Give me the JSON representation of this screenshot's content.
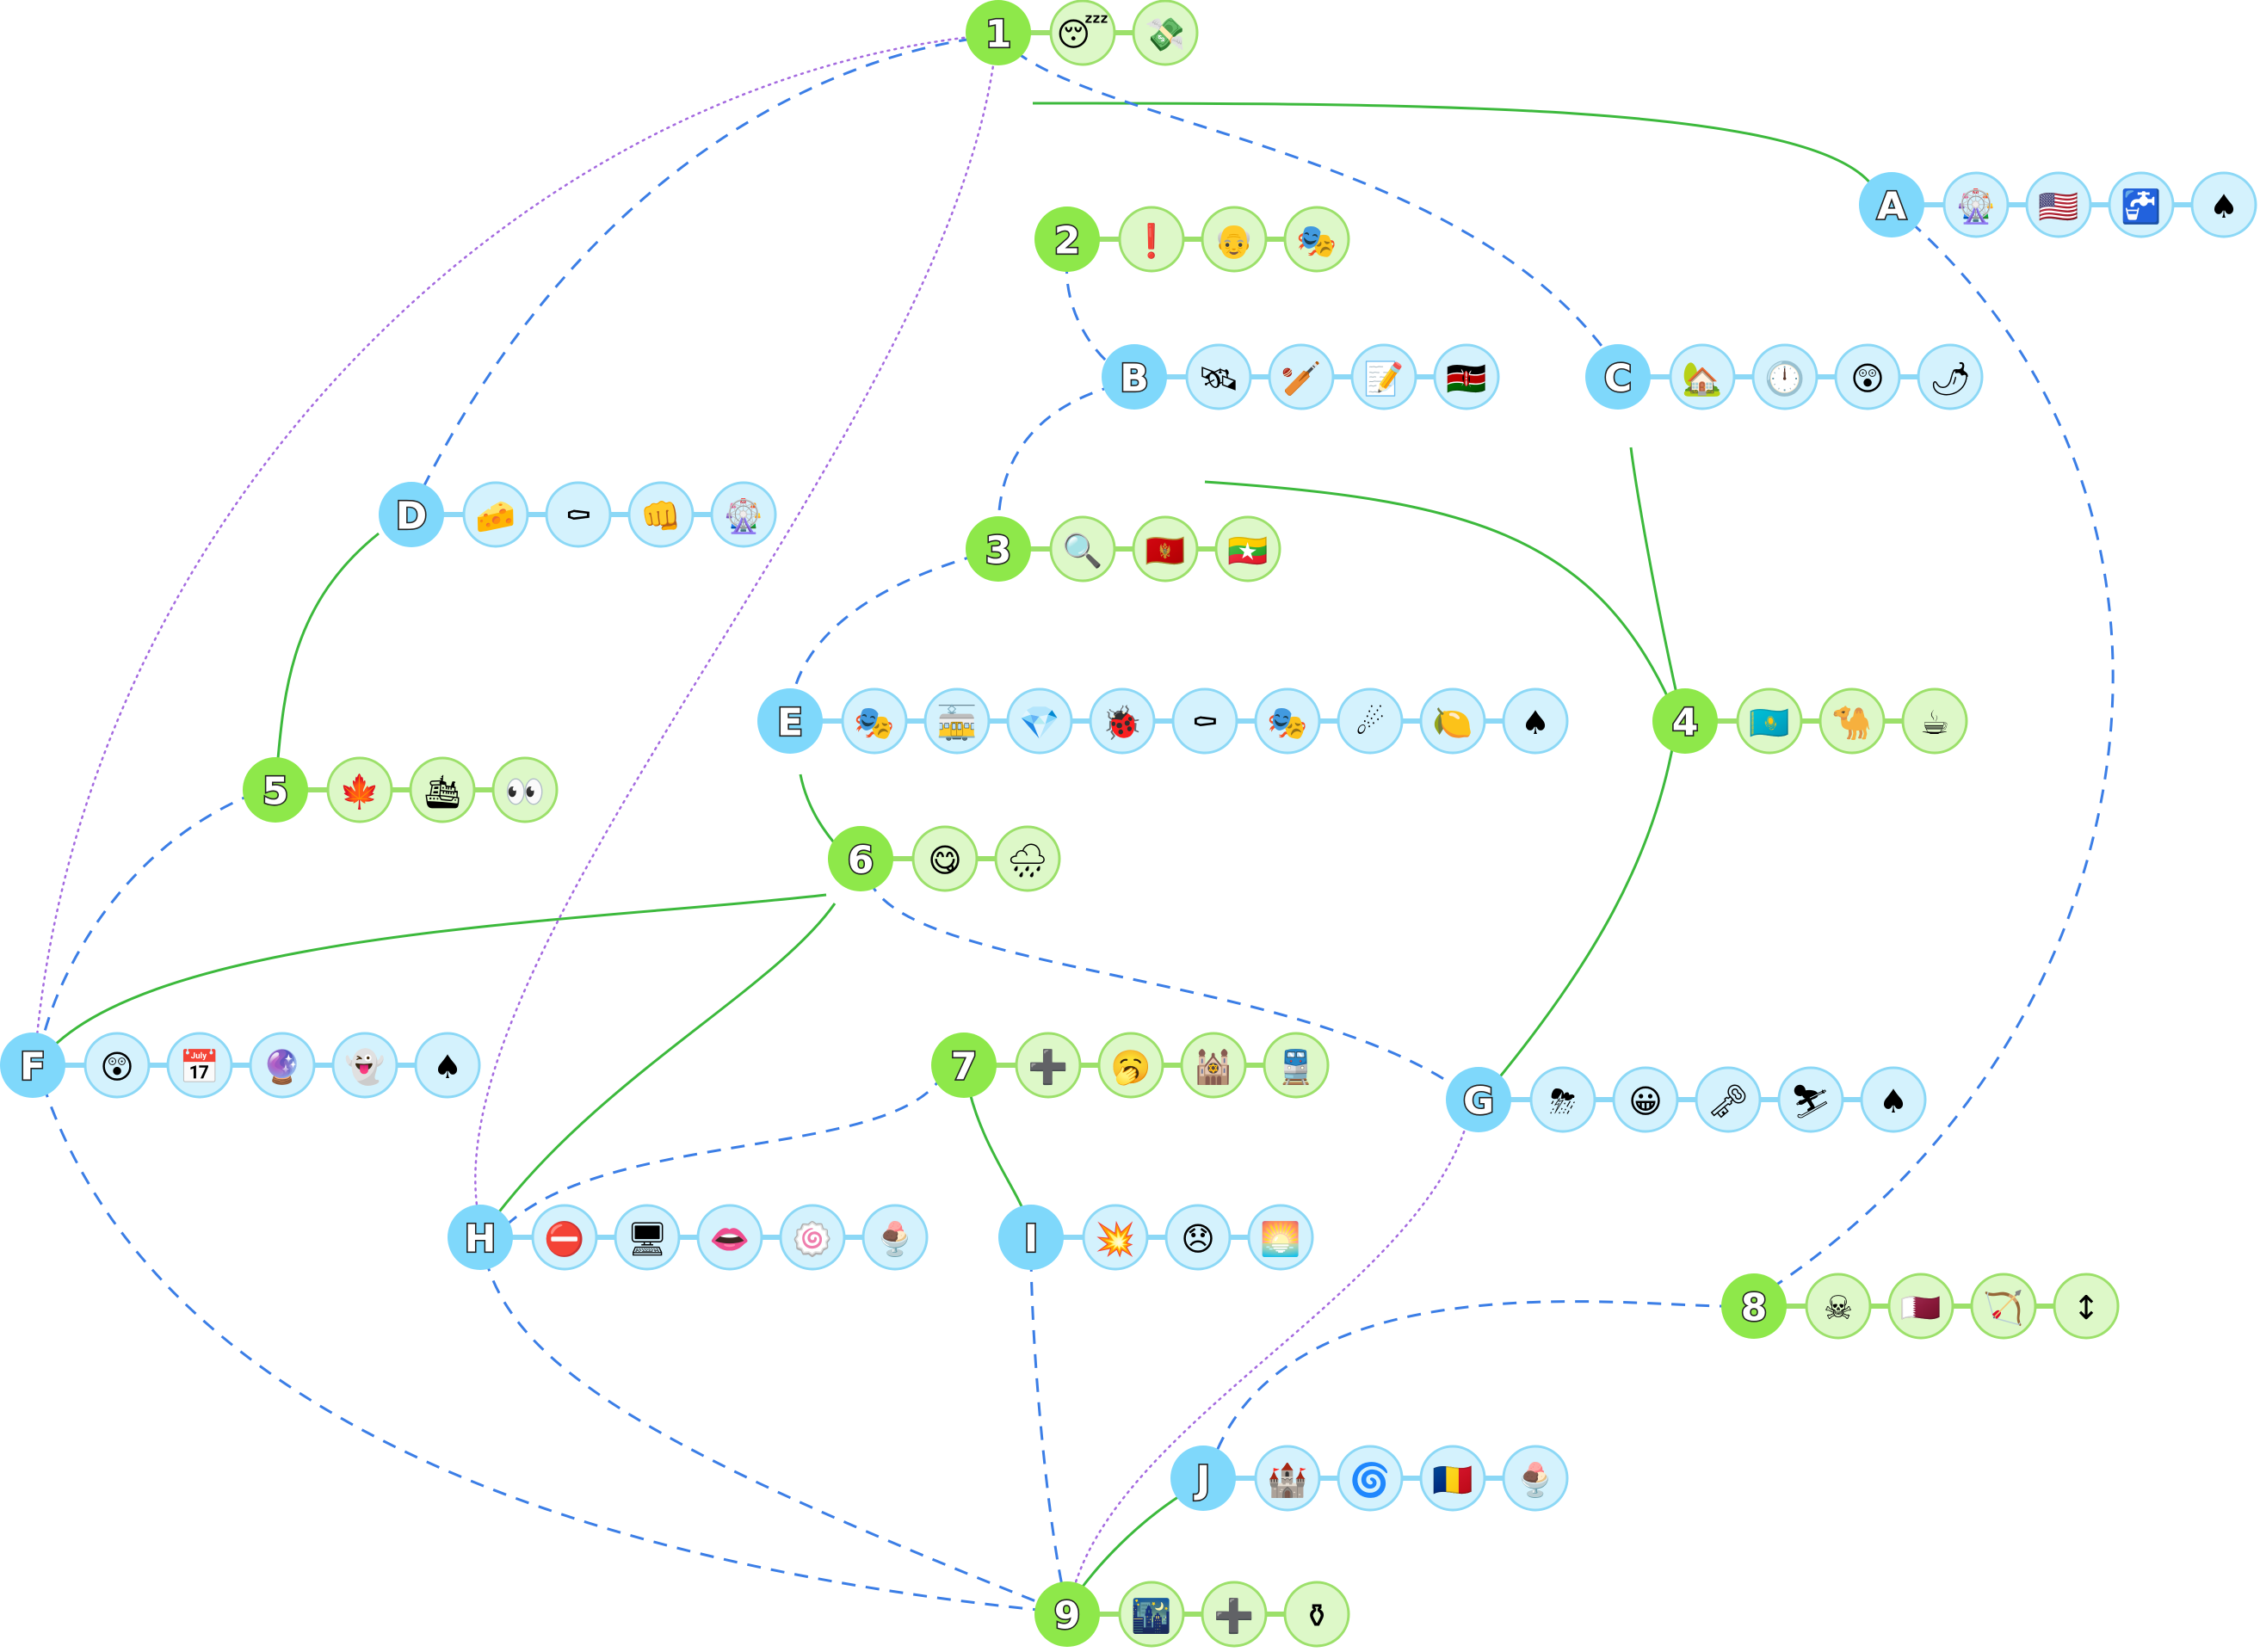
{
  "colors": {
    "number_node": "#8ee84a",
    "letter_node": "#7fd8fb",
    "number_ring": "#ddf8c8",
    "letter_ring": "#d4f2fd",
    "number_ring_border": "#9ce06a",
    "letter_ring_border": "#8cd8f6",
    "solid_edge": "#3cb93c",
    "dashed_edge": "#3b7ee6",
    "dotted_edge": "#a56be0"
  },
  "nodes": [
    {
      "id": "1",
      "label": "1",
      "kind": "number",
      "icons": [
        "sleeping-face-icon",
        "money-with-wings-icon"
      ]
    },
    {
      "id": "2",
      "label": "2",
      "kind": "number",
      "icons": [
        "exclamation-mark-icon",
        "old-man-icon",
        "theater-masks-icon"
      ]
    },
    {
      "id": "3",
      "label": "3",
      "kind": "number",
      "icons": [
        "magnifying-glass-icon",
        "flag-montenegro-icon",
        "flag-myanmar-icon"
      ]
    },
    {
      "id": "4",
      "label": "4",
      "kind": "number",
      "icons": [
        "flag-kazakhstan-icon",
        "camel-icon",
        "hot-beverage-icon"
      ]
    },
    {
      "id": "5",
      "label": "5",
      "kind": "number",
      "icons": [
        "maple-leaf-icon",
        "cruise-ship-icon",
        "eyes-icon"
      ]
    },
    {
      "id": "6",
      "label": "6",
      "kind": "number",
      "icons": [
        "face-savoring-food-icon",
        "rain-cloud-icon"
      ]
    },
    {
      "id": "7",
      "label": "7",
      "kind": "number",
      "icons": [
        "hospital-cross-icon",
        "yawning-face-icon",
        "synagogue-icon",
        "train-icon"
      ]
    },
    {
      "id": "8",
      "label": "8",
      "kind": "number",
      "icons": [
        "skull-crossbones-icon",
        "flag-qatar-icon",
        "bow-and-arrow-icon",
        "up-down-arrow-icon"
      ]
    },
    {
      "id": "9",
      "label": "9",
      "kind": "number",
      "icons": [
        "night-city-icon",
        "hospital-cross-icon",
        "funeral-urn-icon"
      ]
    },
    {
      "id": "A",
      "label": "A",
      "kind": "letter",
      "icons": [
        "ferris-wheel-icon",
        "flag-usa-icon",
        "water-tap-icon",
        "spade-suit-icon"
      ]
    },
    {
      "id": "B",
      "label": "B",
      "kind": "letter",
      "icons": [
        "satellite-icon",
        "cricket-bat-icon",
        "memo-icon",
        "flag-kenya-icon"
      ]
    },
    {
      "id": "C",
      "label": "C",
      "kind": "letter",
      "icons": [
        "house-garden-icon",
        "clock-icon",
        "astonished-face-icon",
        "hot-pepper-icon"
      ]
    },
    {
      "id": "D",
      "label": "D",
      "kind": "letter",
      "icons": [
        "cheese-icon",
        "coffin-icon",
        "fist-icon",
        "ferris-wheel-icon"
      ]
    },
    {
      "id": "E",
      "label": "E",
      "kind": "letter",
      "icons": [
        "theater-masks-icon",
        "tram-icon",
        "gem-icon",
        "ladybug-icon",
        "coffin-icon",
        "theater-masks-icon",
        "comet-icon",
        "lemon-icon",
        "spade-suit-icon"
      ]
    },
    {
      "id": "F",
      "label": "F",
      "kind": "letter",
      "icons": [
        "astonished-face-icon",
        "calendar-icon",
        "crystal-ball-icon",
        "ghost-icon",
        "spade-suit-icon"
      ]
    },
    {
      "id": "G",
      "label": "G",
      "kind": "letter",
      "icons": [
        "thunder-cloud-icon",
        "grinning-face-icon",
        "old-key-icon",
        "skier-icon",
        "spade-suit-icon"
      ]
    },
    {
      "id": "H",
      "label": "H",
      "kind": "letter",
      "icons": [
        "no-entry-icon",
        "computer-tower-icon",
        "lips-icon",
        "pinwheel-icon",
        "ice-cream-icon"
      ]
    },
    {
      "id": "I",
      "label": "I",
      "kind": "letter",
      "icons": [
        "collision-icon",
        "disappointed-face-icon",
        "sunrise-icon"
      ]
    },
    {
      "id": "J",
      "label": "J",
      "kind": "letter",
      "icons": [
        "castle-icon",
        "cyclone-icon",
        "flag-romania-icon",
        "ice-cream-icon"
      ]
    }
  ],
  "edges": [
    {
      "from": "1",
      "to": "A",
      "style": "solid"
    },
    {
      "from": "B",
      "to": "4",
      "style": "solid"
    },
    {
      "from": "C",
      "to": "4",
      "style": "solid"
    },
    {
      "from": "D",
      "to": "5",
      "style": "solid"
    },
    {
      "from": "E",
      "to": "6",
      "style": "solid"
    },
    {
      "from": "6",
      "to": "F",
      "style": "solid"
    },
    {
      "from": "6",
      "to": "H",
      "style": "solid"
    },
    {
      "from": "4",
      "to": "G",
      "style": "solid"
    },
    {
      "from": "7",
      "to": "I",
      "style": "solid"
    },
    {
      "from": "J",
      "to": "9",
      "style": "solid"
    },
    {
      "from": "1",
      "to": "D",
      "style": "dashed"
    },
    {
      "from": "1",
      "to": "C",
      "style": "dashed"
    },
    {
      "from": "2",
      "to": "B",
      "style": "dashed"
    },
    {
      "from": "B",
      "to": "3",
      "style": "dashed"
    },
    {
      "from": "3",
      "to": "E",
      "style": "dashed"
    },
    {
      "from": "A",
      "to": "8",
      "style": "dashed"
    },
    {
      "from": "5",
      "to": "F",
      "style": "dashed"
    },
    {
      "from": "6",
      "to": "G",
      "style": "dashed"
    },
    {
      "from": "7",
      "to": "H",
      "style": "dashed"
    },
    {
      "from": "I",
      "to": "9",
      "style": "dashed"
    },
    {
      "from": "F",
      "to": "9",
      "style": "dashed"
    },
    {
      "from": "H",
      "to": "9",
      "style": "dashed"
    },
    {
      "from": "8",
      "to": "J",
      "style": "dashed"
    },
    {
      "from": "1",
      "to": "F",
      "style": "dotted"
    },
    {
      "from": "1",
      "to": "H",
      "style": "dotted"
    },
    {
      "from": "G",
      "to": "9",
      "style": "dotted"
    }
  ]
}
